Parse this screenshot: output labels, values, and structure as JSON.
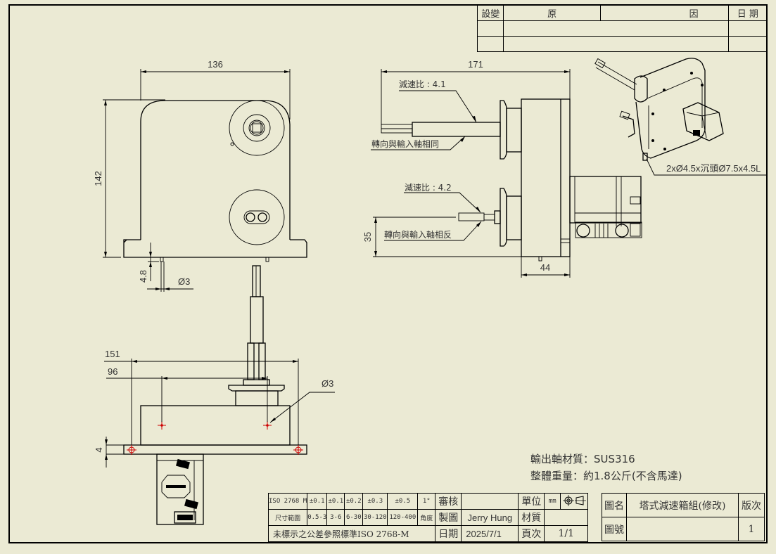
{
  "revision_table": {
    "headers": [
      "設變",
      "原",
      "因",
      "日  期"
    ],
    "rows": [
      [
        "",
        "",
        ""
      ],
      [
        "",
        "",
        ""
      ]
    ]
  },
  "views": {
    "front": {
      "width_dim": "136",
      "height_dim": "142",
      "pin_height_dim": "4.8",
      "pin_diameter_dim": "Ø3"
    },
    "side": {
      "length_dim": "171",
      "upper_ratio_note": "減速比 : 4.1",
      "upper_direction_note": "轉向與輸入軸相同",
      "lower_ratio_note": "減速比 : 4.2",
      "lower_direction_note": "轉向與輸入軸相反",
      "shaft_height_dim": "35",
      "depth_dim": "44"
    },
    "top": {
      "overall_dim": "151",
      "hole_spacing_dim": "96",
      "hole_diameter_dim": "Ø3",
      "flange_thickness_dim": "4"
    },
    "iso": {
      "hole_note": "2xØ4.5x沉頭Ø7.5x4.5L"
    }
  },
  "specs": {
    "material": "輸出軸材質：SUS316",
    "weight": "整體重量：約1.8公斤(不含馬達)"
  },
  "tolerance_block": {
    "standard": "ISO 2768 M",
    "tolerances": [
      "±0.1",
      "±0.1",
      "±0.2",
      "±0.3",
      "±0.5",
      "1°"
    ],
    "range_label": "尺寸範圍",
    "ranges": [
      "0.5-3",
      "3-6",
      "6-30",
      "30-120",
      "120-400",
      "角度"
    ],
    "footer": "未標示之公差參照標準ISO 2768-M"
  },
  "approval": {
    "review_label": "審核",
    "review_value": "",
    "drawn_label": "製圖",
    "drawn_value": "Jerry Hung",
    "date_label": "日期",
    "date_value": "2025/7/1",
    "unit_label": "單位",
    "unit_value": "mm",
    "projection_symbol": "third-angle-projection-icon",
    "material_label": "材質",
    "material_value": "",
    "page_label": "頁次",
    "page_value": "1/1"
  },
  "title_block": {
    "name_label": "圖名",
    "name_value": "塔式減速箱組(修改)",
    "number_label": "圖號",
    "number_value": "",
    "version_label": "版次",
    "version_value": "1"
  }
}
